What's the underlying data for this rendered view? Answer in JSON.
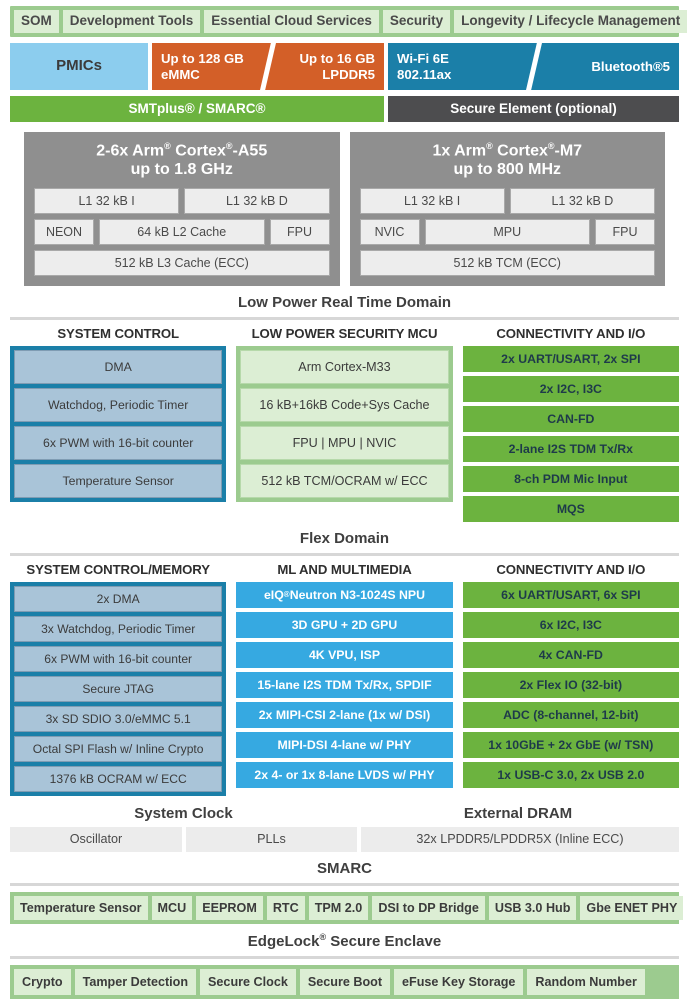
{
  "som_row": {
    "items": [
      "SOM",
      "Development Tools",
      "Essential Cloud Services",
      "Security",
      "Longevity / Lifecycle Management"
    ]
  },
  "memory_row": {
    "pmic": "PMICs",
    "emmc_left": "Up to 128 GB\neMMC",
    "emmc_right": "Up to 16 GB\nLPDDR5",
    "wifi_left": "Wi-Fi 6E\n802.11ax",
    "wifi_right": "Bluetooth® 5"
  },
  "smt_row": {
    "smtplus": "SMTplus® / SMARC®",
    "secure_element": "Secure Element (optional)"
  },
  "cores": [
    {
      "name": "cortex-a55",
      "title_line1": "2-6x Arm® Cortex®-A55",
      "title_line2": "up to 1.8 GHz",
      "row1": [
        "L1 32 kB I",
        "L1 32 kB D"
      ],
      "row2": [
        "NEON",
        "64 kB L2 Cache",
        "FPU"
      ],
      "row3": [
        "512 kB L3 Cache (ECC)"
      ]
    },
    {
      "name": "cortex-m7",
      "title_line1": "1x Arm® Cortex®-M7",
      "title_line2": "up to 800 MHz",
      "row1": [
        "L1 32 kB I",
        "L1 32 kB D"
      ],
      "row2": [
        "NVIC",
        "MPU",
        "FPU"
      ],
      "row3": [
        "512 kB TCM (ECC)"
      ]
    }
  ],
  "lp_domain": {
    "label": "Low Power Real Time Domain",
    "system_control": {
      "heading": "SYSTEM CONTROL",
      "items": [
        "DMA",
        "Watchdog, Periodic Timer",
        "6x PWM with 16-bit counter",
        "Temperature Sensor"
      ]
    },
    "security_mcu": {
      "heading": "LOW POWER SECURITY MCU",
      "items": [
        "Arm Cortex-M33",
        "16 kB+16kB Code+Sys Cache",
        "FPU | MPU | NVIC",
        "512 kB TCM/OCRAM w/ ECC"
      ]
    },
    "connectivity": {
      "heading": "CONNECTIVITY AND I/O",
      "items": [
        "2x UART/USART, 2x SPI",
        "2x I2C, I3C",
        "CAN-FD",
        "2-lane I2S TDM Tx/Rx",
        "8-ch PDM Mic Input",
        "MQS"
      ]
    }
  },
  "flex_domain": {
    "label": "Flex Domain",
    "system_control_memory": {
      "heading": "SYSTEM CONTROL/MEMORY",
      "items": [
        "2x DMA",
        "3x Watchdog, Periodic Timer",
        "6x PWM with 16-bit counter",
        "Secure JTAG",
        "3x SD SDIO 3.0/eMMC 5.1",
        "Octal SPI Flash w/ Inline Crypto",
        "1376 kB OCRAM w/ ECC"
      ]
    },
    "ml_multimedia": {
      "heading": "ML AND MULTIMEDIA",
      "items": [
        "eIQ® Neutron N3-1024S NPU",
        "3D GPU + 2D GPU",
        "4K VPU, ISP",
        "15-lane I2S TDM Tx/Rx, SPDIF",
        "2x MIPI-CSI 2-lane (1x w/ DSI)",
        "MIPI-DSI 4-lane w/ PHY",
        "2x 4- or 1x 8-lane LVDS w/ PHY"
      ]
    },
    "connectivity": {
      "heading": "CONNECTIVITY AND I/O",
      "items": [
        "6x UART/USART, 6x SPI",
        "6x I2C, I3C",
        "4x CAN-FD",
        "2x Flex IO (32-bit)",
        "ADC (8-channel, 12-bit)",
        "1x 10GbE + 2x GbE (w/ TSN)",
        "1x USB-C 3.0, 2x USB 2.0"
      ]
    }
  },
  "clock_dram": {
    "clock_heading": "System Clock",
    "dram_heading": "External DRAM",
    "oscillator": "Oscillator",
    "plls": "PLLs",
    "dram": "32x LPDDR5/LPDDR5X (Inline ECC)"
  },
  "smarc": {
    "label": "SMARC",
    "items": [
      "Temperature Sensor",
      "MCU",
      "EEPROM",
      "RTC",
      "TPM 2.0",
      "DSI to DP Bridge",
      "USB 3.0 Hub",
      "Gbe ENET PHY"
    ]
  },
  "edgelock": {
    "label": "EdgeLock® Secure Enclave",
    "items": [
      "Crypto",
      "Tamper Detection",
      "Secure Clock",
      "Secure Boot",
      "eFuse Key Storage",
      "Random Number"
    ]
  },
  "colors": {
    "green": "#6cb33f",
    "light_green": "#9ccb8f",
    "pale_green": "#dceed4",
    "blue": "#36a9e1",
    "teal": "#1b7fa8",
    "light_blue": "#8ccdee",
    "steel": "#a9c4d8",
    "orange": "#d35f28",
    "gray": "#8f8f8f",
    "dark_gray": "#4d4d4f"
  }
}
